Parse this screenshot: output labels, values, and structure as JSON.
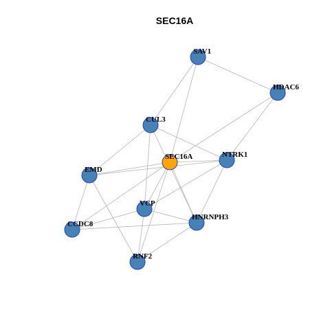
{
  "title": "SEC16A",
  "colors": {
    "node_default": "#4682b4",
    "node_highlight": "#ffa500",
    "node_border": "#1f3fd6",
    "edge": "#b3b3b3"
  },
  "nodes": [
    {
      "id": "SAV1",
      "label": "SAV1",
      "highlight": false
    },
    {
      "id": "HDAC6",
      "label": "HDAC6",
      "highlight": false
    },
    {
      "id": "CUL3",
      "label": "CUL3",
      "highlight": false
    },
    {
      "id": "SEC16A",
      "label": "SEC16A",
      "highlight": true
    },
    {
      "id": "NTRK1",
      "label": "NTRK1",
      "highlight": false
    },
    {
      "id": "EMD",
      "label": "EMD",
      "highlight": false
    },
    {
      "id": "VCP",
      "label": "VCP",
      "highlight": false
    },
    {
      "id": "HNRNPH3",
      "label": "HNRNPH3",
      "highlight": false
    },
    {
      "id": "CCDC8",
      "label": "CCDC8",
      "highlight": false
    },
    {
      "id": "RNF2",
      "label": "RNF2",
      "highlight": false
    }
  ],
  "edges": [
    [
      "SAV1",
      "HDAC6"
    ],
    [
      "SAV1",
      "CUL3"
    ],
    [
      "SAV1",
      "SEC16A"
    ],
    [
      "HDAC6",
      "SEC16A"
    ],
    [
      "HDAC6",
      "NTRK1"
    ],
    [
      "CUL3",
      "EMD"
    ],
    [
      "CUL3",
      "NTRK1"
    ],
    [
      "CUL3",
      "VCP"
    ],
    [
      "CUL3",
      "HNRNPH3"
    ],
    [
      "SEC16A",
      "EMD"
    ],
    [
      "SEC16A",
      "NTRK1"
    ],
    [
      "SEC16A",
      "VCP"
    ],
    [
      "SEC16A",
      "HNRNPH3"
    ],
    [
      "SEC16A",
      "RNF2"
    ],
    [
      "SEC16A",
      "CCDC8"
    ],
    [
      "EMD",
      "NTRK1"
    ],
    [
      "EMD",
      "CCDC8"
    ],
    [
      "EMD",
      "RNF2"
    ],
    [
      "NTRK1",
      "VCP"
    ],
    [
      "NTRK1",
      "HNRNPH3"
    ],
    [
      "VCP",
      "CCDC8"
    ],
    [
      "VCP",
      "RNF2"
    ],
    [
      "VCP",
      "HNRNPH3"
    ],
    [
      "CCDC8",
      "HNRNPH3"
    ],
    [
      "HNRNPH3",
      "RNF2"
    ]
  ]
}
